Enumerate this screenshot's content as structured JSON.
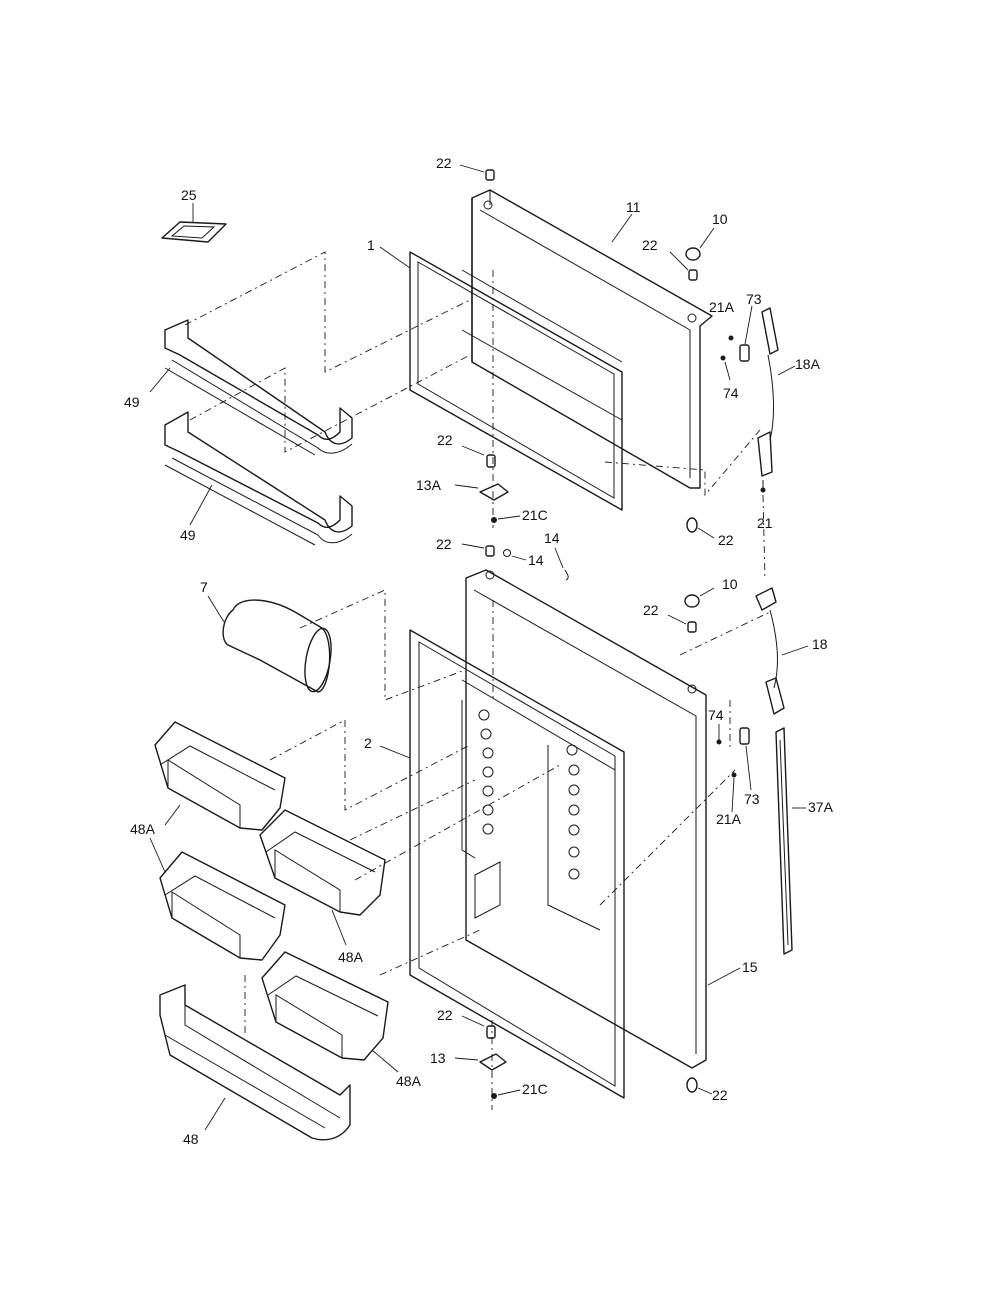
{
  "diagram": {
    "callouts": [
      {
        "id": "c-25",
        "text": "25"
      },
      {
        "id": "c-22-top",
        "text": "22"
      },
      {
        "id": "c-11",
        "text": "11"
      },
      {
        "id": "c-10-top",
        "text": "10"
      },
      {
        "id": "c-22-r1",
        "text": "22"
      },
      {
        "id": "c-1",
        "text": "1"
      },
      {
        "id": "c-21A-top",
        "text": "21A"
      },
      {
        "id": "c-73-top",
        "text": "73"
      },
      {
        "id": "c-18A",
        "text": "18A"
      },
      {
        "id": "c-74-top",
        "text": "74"
      },
      {
        "id": "c-49-a",
        "text": "49"
      },
      {
        "id": "c-22-mid1",
        "text": "22"
      },
      {
        "id": "c-13A",
        "text": "13A"
      },
      {
        "id": "c-21C-top",
        "text": "21C"
      },
      {
        "id": "c-49-b",
        "text": "49"
      },
      {
        "id": "c-21",
        "text": "21"
      },
      {
        "id": "c-22-r2",
        "text": "22"
      },
      {
        "id": "c-14-a",
        "text": "14"
      },
      {
        "id": "c-22-mid2",
        "text": "22"
      },
      {
        "id": "c-14-b",
        "text": "14"
      },
      {
        "id": "c-7",
        "text": "7"
      },
      {
        "id": "c-10-mid",
        "text": "10"
      },
      {
        "id": "c-22-r3",
        "text": "22"
      },
      {
        "id": "c-18",
        "text": "18"
      },
      {
        "id": "c-2",
        "text": "2"
      },
      {
        "id": "c-74-bot",
        "text": "74"
      },
      {
        "id": "c-73-bot",
        "text": "73"
      },
      {
        "id": "c-37A",
        "text": "37A"
      },
      {
        "id": "c-21A-bot",
        "text": "21A"
      },
      {
        "id": "c-48A-a",
        "text": "48A"
      },
      {
        "id": "c-48A-b",
        "text": "48A"
      },
      {
        "id": "c-15",
        "text": "15"
      },
      {
        "id": "c-22-bot1",
        "text": "22"
      },
      {
        "id": "c-13",
        "text": "13"
      },
      {
        "id": "c-48A-c",
        "text": "48A"
      },
      {
        "id": "c-21C-bot",
        "text": "21C"
      },
      {
        "id": "c-22-bot2",
        "text": "22"
      },
      {
        "id": "c-48",
        "text": "48"
      }
    ]
  }
}
